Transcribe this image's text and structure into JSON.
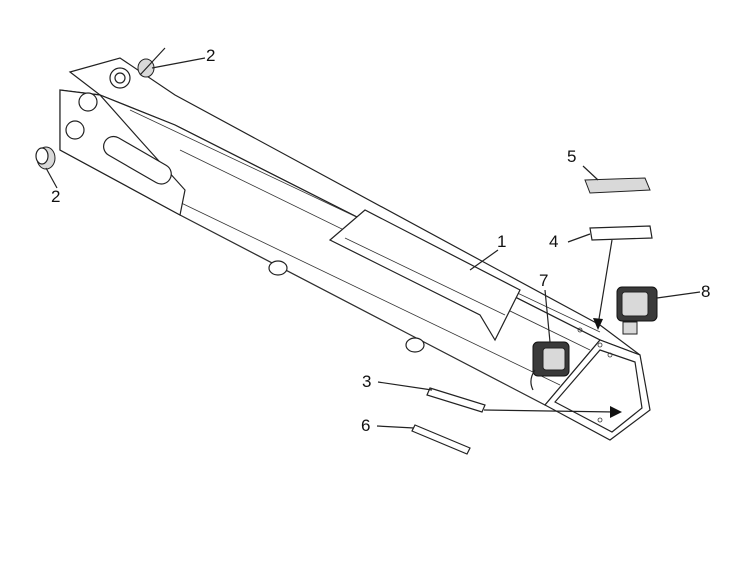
{
  "diagram": {
    "title": "Boom assembly exploded parts view",
    "callouts": [
      {
        "id": "callout-1",
        "label": "1",
        "part": "boom"
      },
      {
        "id": "callout-2a",
        "label": "2",
        "part": "pin-bushing-top"
      },
      {
        "id": "callout-2b",
        "label": "2",
        "part": "pin-bushing-left"
      },
      {
        "id": "callout-3",
        "label": "3",
        "part": "wear-strip-lower"
      },
      {
        "id": "callout-4",
        "label": "4",
        "part": "wear-plate-upper"
      },
      {
        "id": "callout-5",
        "label": "5",
        "part": "wear-pad"
      },
      {
        "id": "callout-6",
        "label": "6",
        "part": "wear-strip"
      },
      {
        "id": "callout-7",
        "label": "7",
        "part": "work-light-left"
      },
      {
        "id": "callout-8",
        "label": "8",
        "part": "work-light-right"
      }
    ]
  }
}
